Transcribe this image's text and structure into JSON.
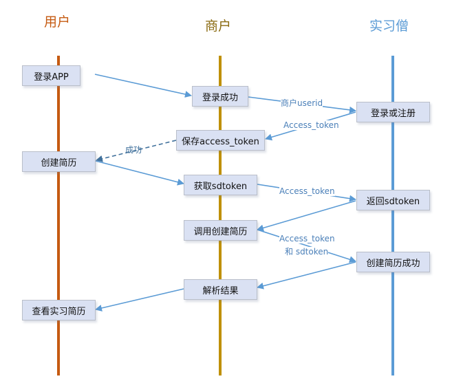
{
  "actors": [
    {
      "label": "用户",
      "color": "#c55a11"
    },
    {
      "label": "商户",
      "color": "#bf9000"
    },
    {
      "label": "实习僧",
      "color": "#5b9bd5"
    }
  ],
  "boxes": {
    "login_app": "登录APP",
    "login_success": "登录成功",
    "login_or_register": "登录或注册",
    "save_token": "保存access_token",
    "create_resume": "创建简历",
    "get_sdtoken": "获取sdtoken",
    "return_sdtoken": "返回sdtoken",
    "call_create": "调用创建简历",
    "create_success": "创建简历成功",
    "parse_result": "解析结果",
    "view_resume": "查看实习简历"
  },
  "labels": {
    "merchant_userid": "商户userid",
    "access_token_1": "Access_token",
    "success": "成功",
    "access_token_2": "Access_token",
    "access_token_3": "Access_token",
    "and_sdtoken": "和 sdtoken"
  },
  "arrow_color": "#5b9bd5",
  "dashed_color": "#41719c"
}
